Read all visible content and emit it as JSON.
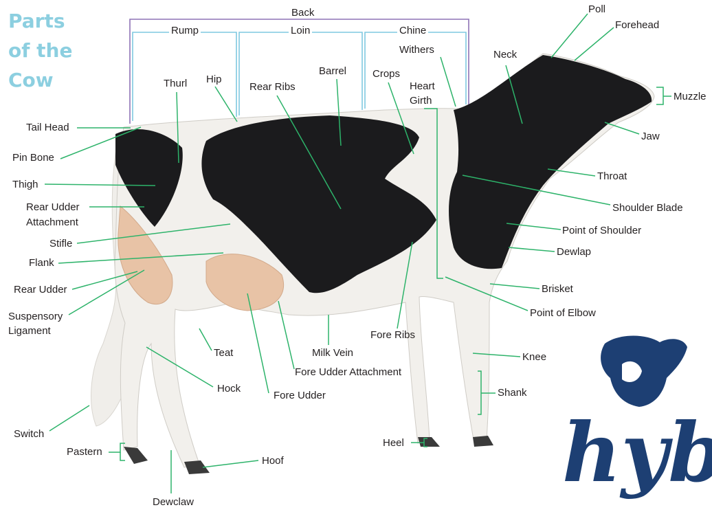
{
  "title": {
    "line1": "Parts",
    "line2": "of the",
    "line3": "Cow"
  },
  "colors": {
    "title": "#8ccfe0",
    "leader": "#2db36a",
    "bracket": "#8e72b6",
    "subbracket": "#7fc8e0",
    "logo": "#1d3f73",
    "text": "#231f20",
    "cow_black": "#1b1b1d",
    "cow_white": "#f2f0ec",
    "udder": "#e8c3a6"
  },
  "brackets": {
    "back": "Back",
    "rump": "Rump",
    "loin": "Loin",
    "chine": "Chine"
  },
  "labels": {
    "tail_head": "Tail Head",
    "pin_bone": "Pin Bone",
    "thigh": "Thigh",
    "rear_udder_attachment_1": "Rear Udder",
    "rear_udder_attachment_2": "Attachment",
    "stifle": "Stifle",
    "flank": "Flank",
    "rear_udder": "Rear Udder",
    "suspensory_1": "Suspensory",
    "suspensory_2": "Ligament",
    "switch": "Switch",
    "pastern": "Pastern",
    "dewclaw": "Dewclaw",
    "hoof": "Hoof",
    "hock": "Hock",
    "teat": "Teat",
    "fore_udder": "Fore Udder",
    "fore_udder_attachment": "Fore Udder Attachment",
    "milk_vein": "Milk Vein",
    "fore_ribs": "Fore Ribs",
    "heel": "Heel",
    "thurl": "Thurl",
    "hip": "Hip",
    "rear_ribs": "Rear Ribs",
    "barrel": "Barrel",
    "crops": "Crops",
    "withers": "Withers",
    "heart_girth_1": "Heart",
    "heart_girth_2": "Girth",
    "poll": "Poll",
    "forehead": "Forehead",
    "neck": "Neck",
    "muzzle": "Muzzle",
    "jaw": "Jaw",
    "throat": "Throat",
    "shoulder_blade": "Shoulder Blade",
    "point_of_shoulder": "Point of Shoulder",
    "dewlap": "Dewlap",
    "brisket": "Brisket",
    "point_of_elbow": "Point of Elbow",
    "knee": "Knee",
    "shank": "Shank"
  },
  "logo": {
    "text": "hyb",
    "icon": "calf-head-icon"
  }
}
